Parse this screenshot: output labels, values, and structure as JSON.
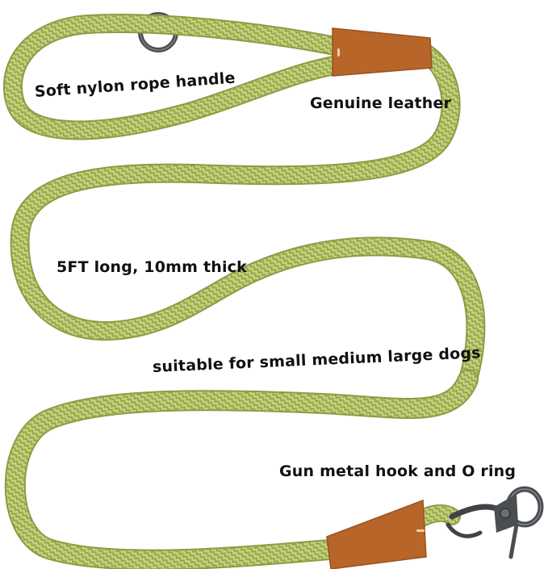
{
  "image": {
    "subject": "green nylon rope dog leash with leather sleeves and gun metal hook",
    "background_color": "#ffffff"
  },
  "labels": {
    "handle": "Soft nylon rope handle",
    "leather": "Genuine leather",
    "length": "5FT long, 10mm thick",
    "suitable": "suitable for small medium large dogs",
    "hardware": "Gun metal hook and O ring"
  },
  "colors": {
    "rope": "#b3c46a",
    "rope_dark": "#8c9c44",
    "rope_light": "#d6e08e",
    "leather": "#b8652a",
    "leather_dark": "#9a521f",
    "metal": "#4a4e52",
    "text": "#111111"
  }
}
